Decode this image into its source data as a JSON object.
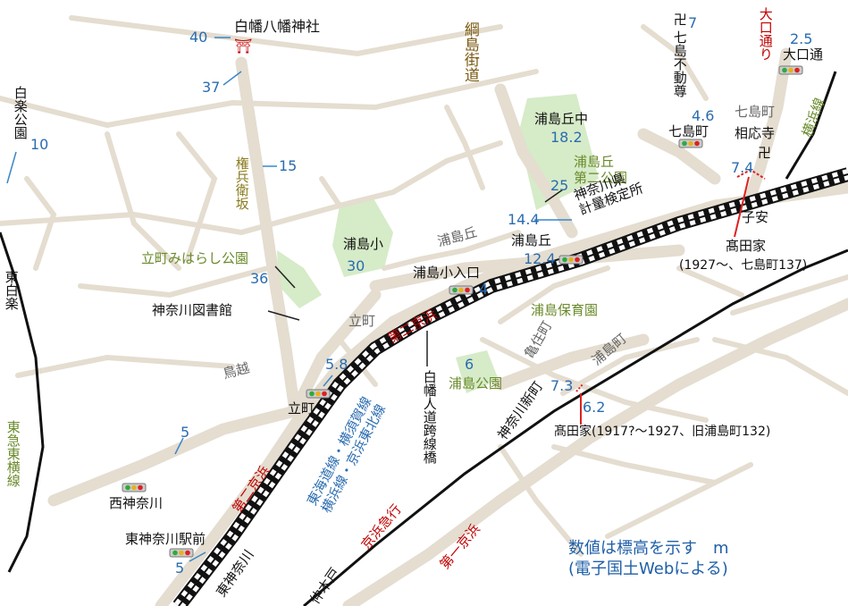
{
  "labels": {
    "shrine": "白幡八幡神社",
    "hakuraku_park": "白楽公園",
    "gonbee_zaka": "権兵衛坂",
    "tatemachi_park": "立町みはらし公園",
    "library": "神奈川図書館",
    "torigoe": "鳥越",
    "tatemachi_road": "立町",
    "tatemachi": "立町",
    "higashi_hakuraku": "東白楽",
    "tokyu": "東急東横線",
    "nishikanagawa": "西神奈川",
    "higashikanagawa_mae": "東神奈川駅前",
    "higashikanagawa_station": "東神奈川",
    "dai2_keihin_a": "第二京浜",
    "dai2_keihin_b": "第二京浜",
    "jr_lines": "東海道線・横須賀線\n横浜線・京浜東北線",
    "urashima_school": "浦島小",
    "urashimaoka_road": "浦島丘",
    "urashimaoka_jh": "浦島丘中",
    "urashimaoka_park2": "浦島丘\n第二公園",
    "keiryou": "神奈川県\n計量検定所",
    "urashimaoka": "浦島丘",
    "urashima_iriguchi": "浦島小入口",
    "urashima_hoikuen": "浦島保育園",
    "kameju_cho": "亀住町",
    "urashima_cho": "浦島町",
    "urashima_park": "浦島公園",
    "hakuhata_bridge": "白幡人道跨線橋",
    "kanagawa_shinmachi": "神奈川新町",
    "nakakido": "仲木戸",
    "keikyu": "京浜急行",
    "dai1_keihin": "第一京浜",
    "tsunashima_kaido": "綱島街道",
    "shichido_fudo": "七島不動尊",
    "manji": "卍",
    "shichidomachi": "七島町",
    "shichidomachi_gray": "七島町",
    "soouji": "相応寺",
    "oguchi_road": "大口通り",
    "oguchi": "大口通",
    "yokohama_line": "横浜線",
    "koyasu": "子安",
    "takada1": "髙田家",
    "takada1_detail": "(1927～、七島町137)",
    "takada2": "髙田家(1917?～1927、旧浦島町132)",
    "torii": "⛩"
  },
  "elevations": {
    "e40": "40",
    "e37": "37",
    "e10": "10",
    "e15": "15",
    "e36": "36",
    "e30": "30",
    "e18_2": "18.2",
    "e25": "25",
    "e14_4": "14.4",
    "e12_4": "12.4",
    "e4": "4",
    "e5_8": "5.8",
    "e6": "6",
    "e7_3": "7.3",
    "e6_2": "6.2",
    "e5a": "5",
    "e5b": "5",
    "e7": "7",
    "e4_6": "4.6",
    "e2_5": "2.5",
    "e7_4": "7.4"
  },
  "note": {
    "line1": "数値は標高を示す　m",
    "line2": "(電子国土Webによる)"
  },
  "colors": {
    "road": "#e4ddd0",
    "park": "#d6ebc8",
    "railway": "#111111",
    "red": "#e02020",
    "blue": "#3a86c8"
  }
}
